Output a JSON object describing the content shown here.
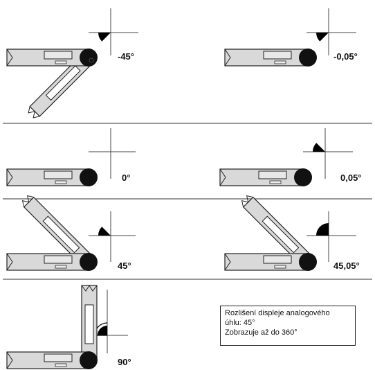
{
  "panels": [
    {
      "id": "p1",
      "label": "-45°"
    },
    {
      "id": "p2",
      "label": "-0,05°"
    },
    {
      "id": "p3",
      "label": "0°"
    },
    {
      "id": "p4",
      "label": "0,05°"
    },
    {
      "id": "p5",
      "label": "45°"
    },
    {
      "id": "p6",
      "label": "45,05°"
    },
    {
      "id": "p7",
      "label": "90°"
    }
  ],
  "info": {
    "line1": "Rozlišení displeje analogového",
    "line2": "úhlu: 45°",
    "line3": "Zobrazuje až do 360°"
  },
  "colors": {
    "tool_body": "#d9d9d9",
    "hinge": "#111111",
    "line": "#222222",
    "indicator": "#000000"
  }
}
